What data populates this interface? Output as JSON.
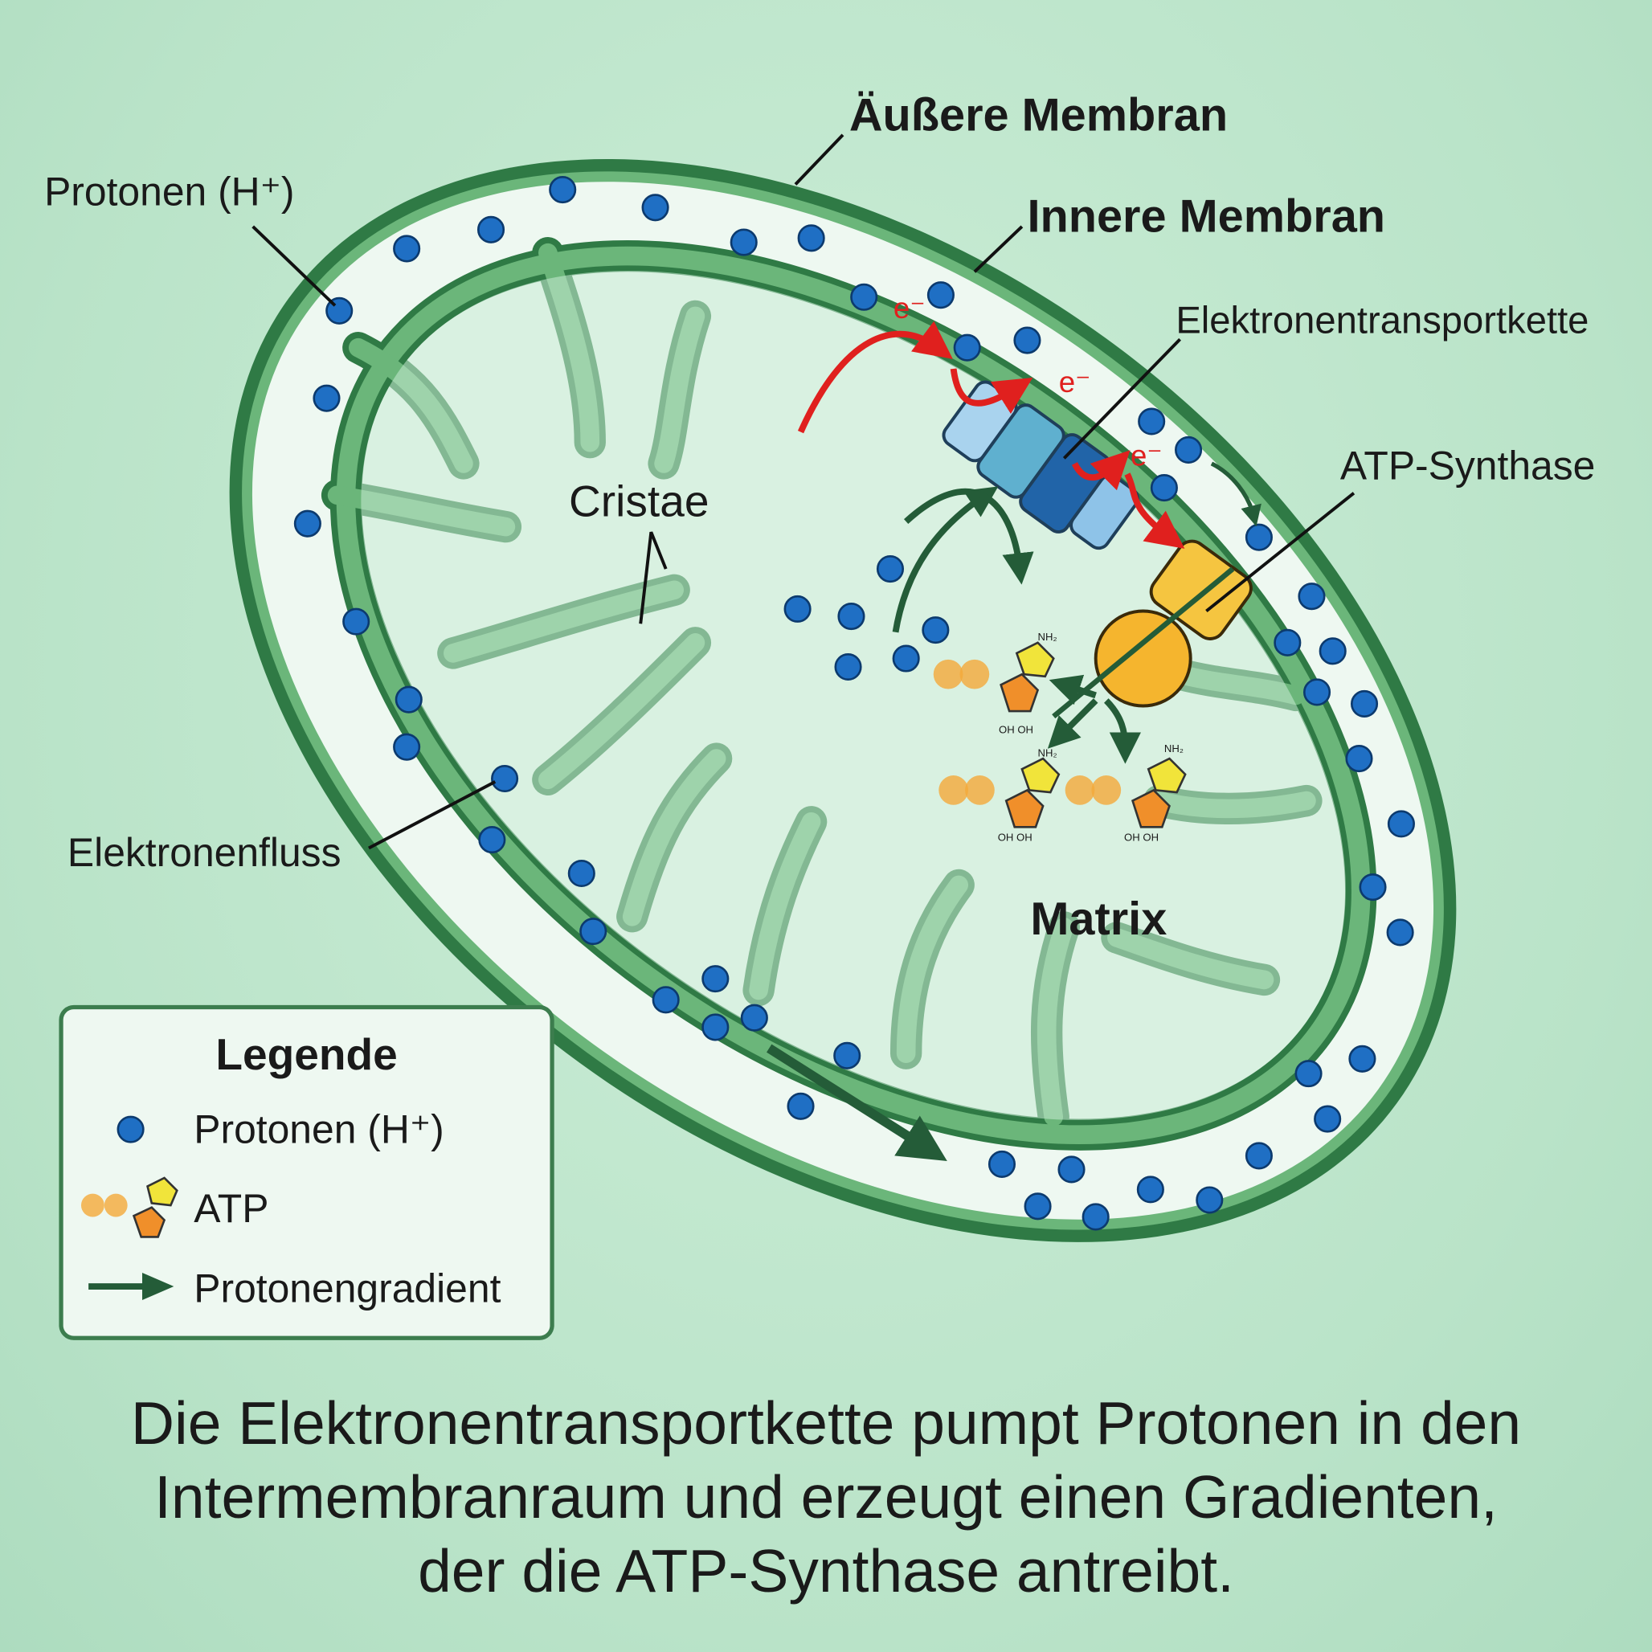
{
  "labels": {
    "outer_membrane": "Äußere Membran",
    "inner_membrane": "Innere Membran",
    "protons": "Protonen (H⁺)",
    "etc": "Elektronentransportkette",
    "atp_synthase": "ATP-Synthase",
    "cristae": "Cristae",
    "electron_flow": "Elektronenfluss",
    "matrix": "Matrix",
    "electron": "e⁻",
    "nh2": "NH₂",
    "ohoh": "OH OH"
  },
  "legend": {
    "title": "Legende",
    "items": [
      {
        "icon": "proton-dot-icon",
        "label": "Protonen (H⁺)"
      },
      {
        "icon": "atp-molecule-icon",
        "label": "ATP"
      },
      {
        "icon": "gradient-arrow-icon",
        "label": "Protonengradient"
      }
    ]
  },
  "caption": [
    "Die Elektronentransportkette pumpt Protonen in den",
    "Intermembranraum und erzeugt einen Gradienten,",
    "der die ATP-Synthase antreibt."
  ],
  "colors": {
    "background": "#bfe6cc",
    "membrane": "#2f7a45",
    "membrane_fill": "#6bb67a",
    "proton": "#1f6fc4",
    "electron": "#e0201e",
    "atp_synthase": "#f5b52e",
    "etc_complex": "#2d7fc0"
  }
}
